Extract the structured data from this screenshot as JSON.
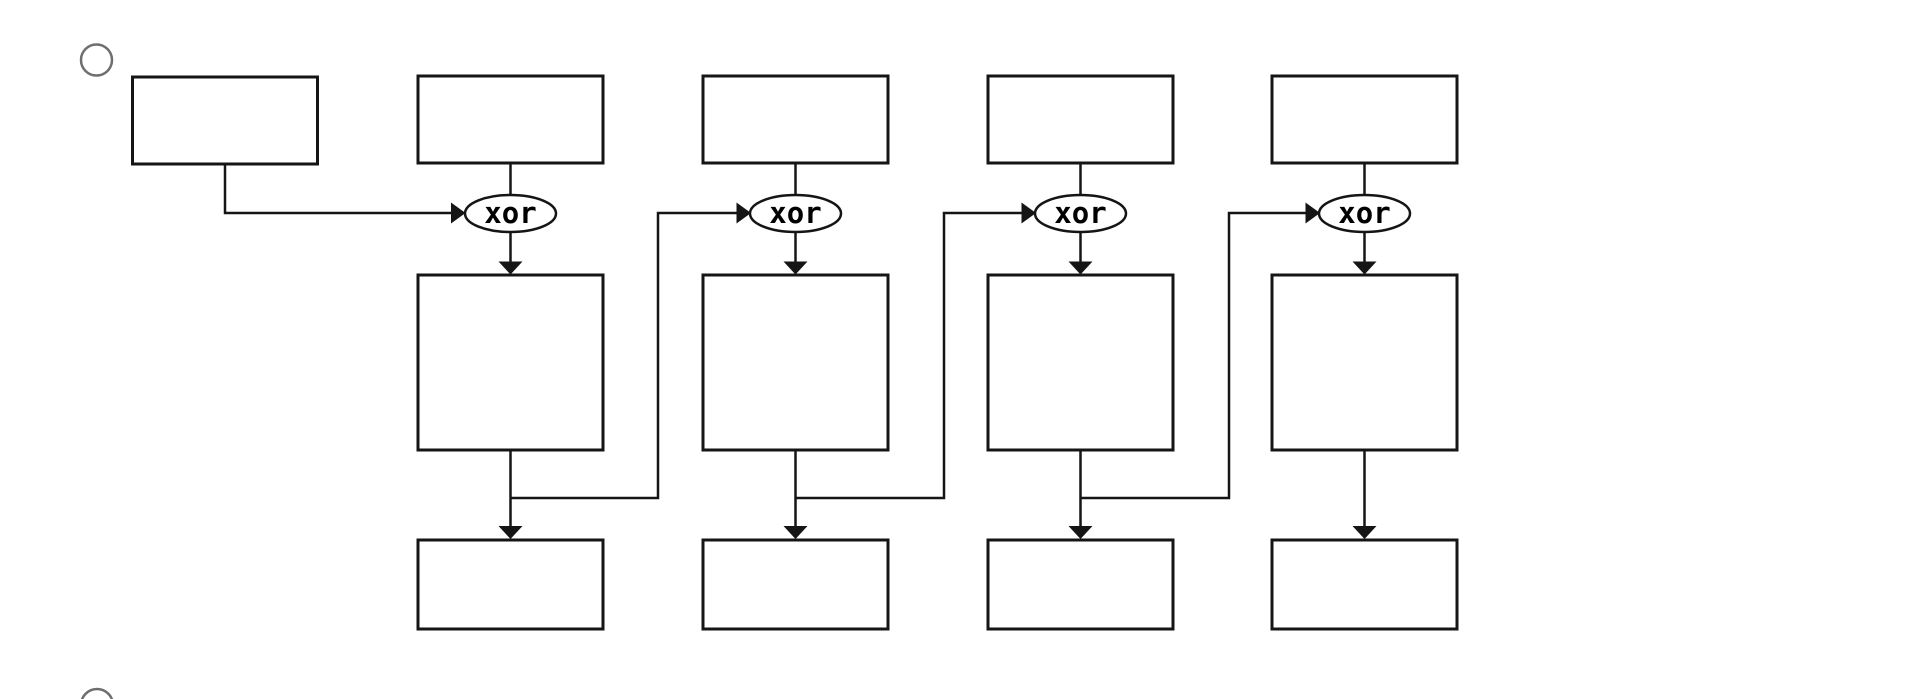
{
  "screen": {
    "background": "#ffffff"
  },
  "quiz": {
    "options": [
      {
        "id": "option-1",
        "control": "radio",
        "state": "unselected"
      },
      {
        "id": "option-2",
        "control": "radio",
        "state": "unselected"
      }
    ]
  },
  "diagram": {
    "kind": "block-cipher-chaining-flowchart",
    "rows": {
      "top_blocks": 5,
      "middle_blocks": 4,
      "bottom_blocks": 4
    },
    "xor_nodes": [
      {
        "label": "xor"
      },
      {
        "label": "xor"
      },
      {
        "label": "xor"
      },
      {
        "label": "xor"
      }
    ],
    "colors": {
      "line": "#151515",
      "text": "#000000",
      "radio_stroke": "#6e6e6e",
      "fill": "#ffffff"
    }
  }
}
